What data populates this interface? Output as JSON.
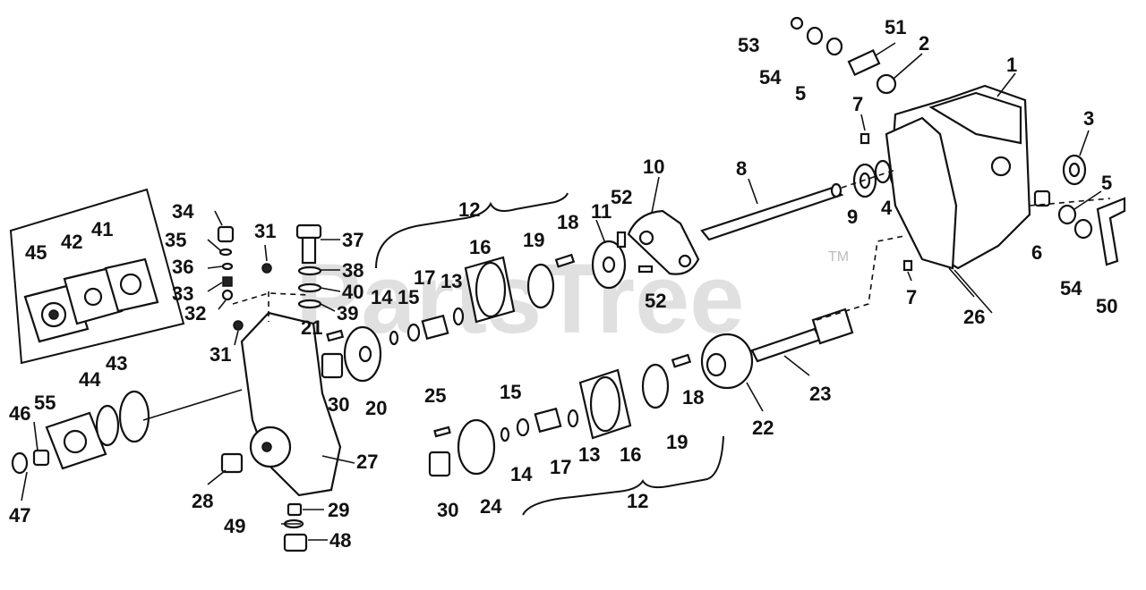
{
  "watermark": {
    "text": "PartsTree",
    "mark": "TM"
  },
  "brace_labels": [
    "12",
    "12"
  ],
  "callouts": [
    "1",
    "2",
    "3",
    "4",
    "5",
    "5",
    "6",
    "7",
    "7",
    "8",
    "9",
    "10",
    "11",
    "13",
    "13",
    "14",
    "14",
    "15",
    "15",
    "16",
    "16",
    "17",
    "17",
    "18",
    "18",
    "19",
    "19",
    "20",
    "21",
    "22",
    "23",
    "24",
    "25",
    "26",
    "27",
    "28",
    "29",
    "30",
    "30",
    "31",
    "31",
    "32",
    "33",
    "34",
    "35",
    "36",
    "37",
    "38",
    "39",
    "40",
    "41",
    "42",
    "43",
    "44",
    "45",
    "46",
    "47",
    "48",
    "49",
    "50",
    "51",
    "52",
    "52",
    "53",
    "54",
    "54",
    "55"
  ]
}
